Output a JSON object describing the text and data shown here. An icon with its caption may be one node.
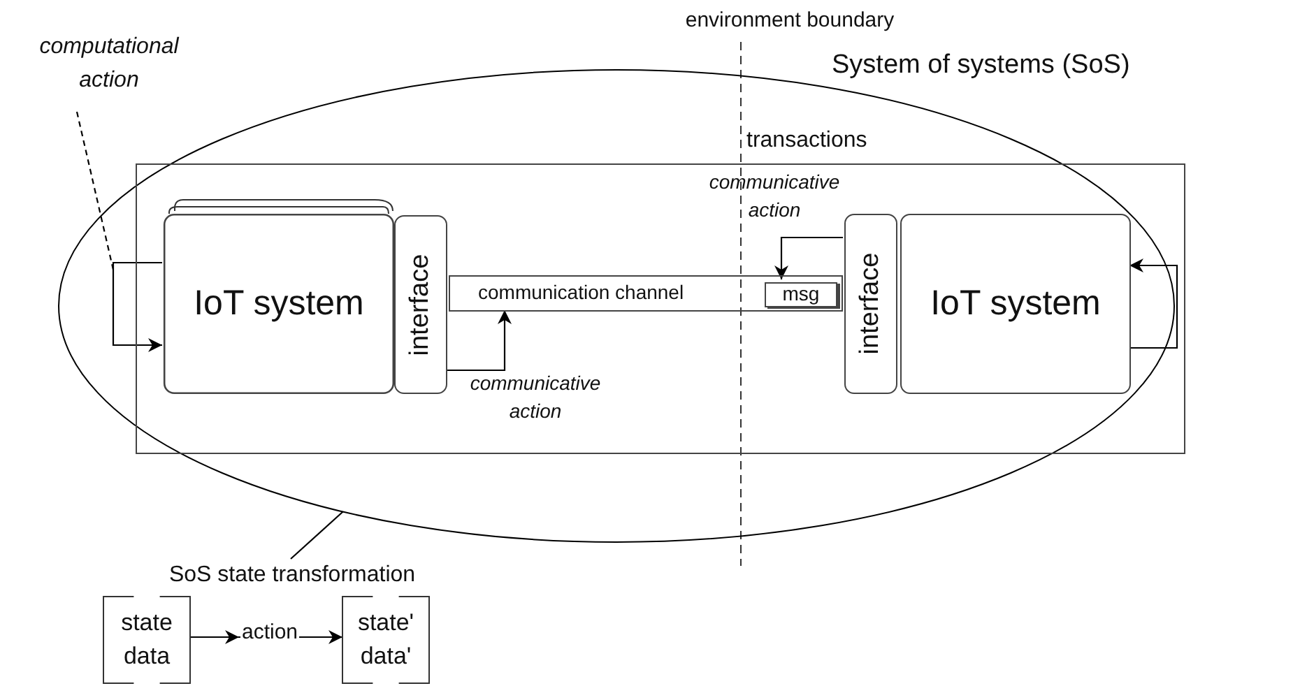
{
  "diagram": {
    "nodes": [
      {
        "text": [
          "System of systems (SoS)"
        ]
      },
      {
        "text": [
          "transactions"
        ],
        "in": 0
      },
      {
        "text": [
          "IoT system"
        ],
        "in": 1
      },
      {
        "text": [
          "interface"
        ],
        "in": 1
      },
      {
        "text": [
          "communication channel"
        ],
        "in": 1
      },
      {
        "text": [
          "msg"
        ],
        "in": 4
      },
      {
        "text": [
          "interface"
        ],
        "in": 1
      },
      {
        "text": [
          "IoT system"
        ],
        "in": 1
      },
      {
        "text": [
          "computational action"
        ]
      },
      {
        "text": [
          "SoS state transformation"
        ]
      },
      {
        "text": [
          "state data"
        ]
      },
      {
        "text": [
          "state' data'"
        ]
      }
    ],
    "edges": [
      {
        "from": 2,
        "to": 2,
        "arrow": "to"
      },
      {
        "from": 3,
        "to": 4,
        "arrow": "to",
        "label": "communicative action"
      },
      {
        "from": 6,
        "to": 5,
        "arrow": "to",
        "label": "communicative action"
      },
      {
        "from": 7,
        "to": 7,
        "arrow": "to"
      },
      {
        "from": 8,
        "to": null,
        "arrow": "none",
        "style": "dashed"
      },
      {
        "from": 9,
        "to": 0,
        "arrow": "none"
      },
      {
        "from": 10,
        "to": 11,
        "arrow": "to",
        "label": "action"
      }
    ],
    "labels": [
      "environment boundary"
    ]
  }
}
